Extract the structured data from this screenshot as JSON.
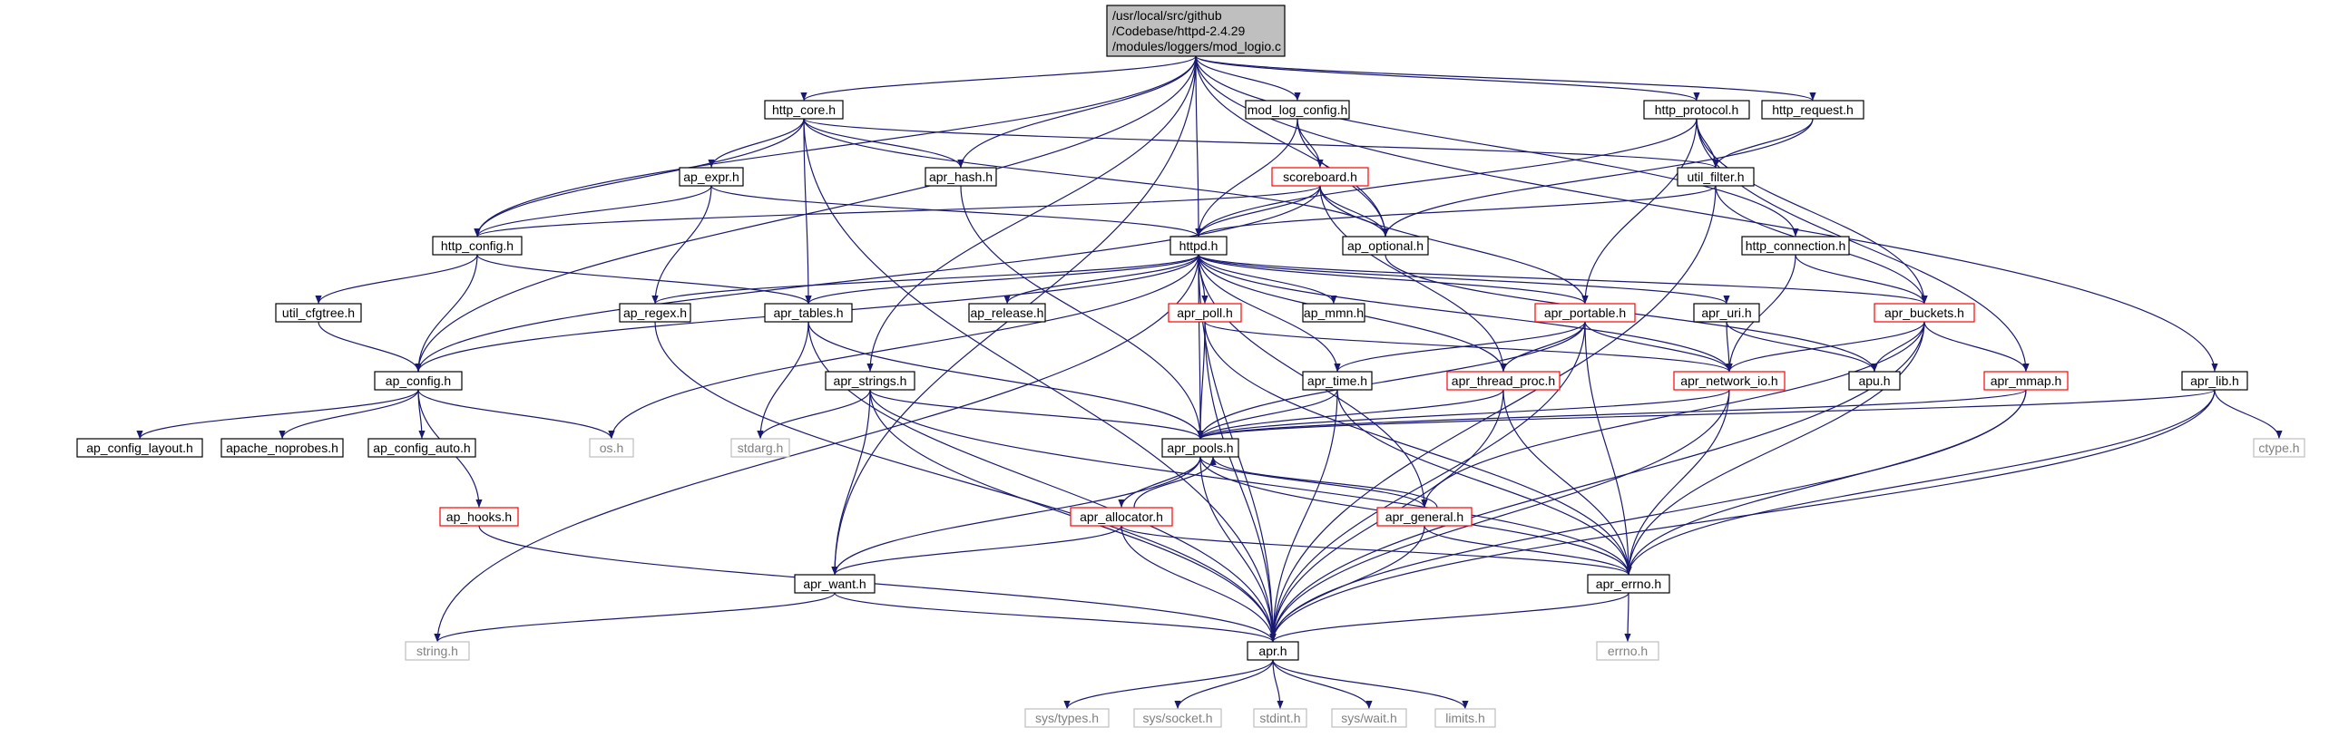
{
  "colors": {
    "edge": "#191970",
    "root_fill": "#bfbfbf",
    "root_border": "#000000",
    "normal_border": "#000000",
    "red_border": "#ff0000",
    "sys_border": "#bfbfbf",
    "sys_text": "#808080"
  },
  "nodes": [
    {
      "id": "root",
      "kind": "root",
      "lines": [
        "/usr/local/src/github",
        "/Codebase/httpd-2.4.29",
        "/modules/loggers/mod_logio.c"
      ]
    },
    {
      "id": "http_core",
      "kind": "normal",
      "lines": [
        "http_core.h"
      ]
    },
    {
      "id": "mod_log_config",
      "kind": "normal",
      "lines": [
        "mod_log_config.h"
      ]
    },
    {
      "id": "http_protocol",
      "kind": "normal",
      "lines": [
        "http_protocol.h"
      ]
    },
    {
      "id": "http_request",
      "kind": "normal",
      "lines": [
        "http_request.h"
      ]
    },
    {
      "id": "ap_expr",
      "kind": "normal",
      "lines": [
        "ap_expr.h"
      ]
    },
    {
      "id": "apr_hash",
      "kind": "normal",
      "lines": [
        "apr_hash.h"
      ]
    },
    {
      "id": "scoreboard",
      "kind": "red",
      "lines": [
        "scoreboard.h"
      ]
    },
    {
      "id": "util_filter",
      "kind": "normal",
      "lines": [
        "util_filter.h"
      ]
    },
    {
      "id": "http_config",
      "kind": "normal",
      "lines": [
        "http_config.h"
      ]
    },
    {
      "id": "httpd",
      "kind": "normal",
      "lines": [
        "httpd.h"
      ]
    },
    {
      "id": "ap_optional",
      "kind": "normal",
      "lines": [
        "ap_optional.h"
      ]
    },
    {
      "id": "http_connection",
      "kind": "normal",
      "lines": [
        "http_connection.h"
      ]
    },
    {
      "id": "util_cfgtree",
      "kind": "normal",
      "lines": [
        "util_cfgtree.h"
      ]
    },
    {
      "id": "ap_regex",
      "kind": "normal",
      "lines": [
        "ap_regex.h"
      ]
    },
    {
      "id": "apr_tables",
      "kind": "normal",
      "lines": [
        "apr_tables.h"
      ]
    },
    {
      "id": "ap_release",
      "kind": "normal",
      "lines": [
        "ap_release.h"
      ]
    },
    {
      "id": "apr_poll",
      "kind": "red",
      "lines": [
        "apr_poll.h"
      ]
    },
    {
      "id": "ap_mmn",
      "kind": "normal",
      "lines": [
        "ap_mmn.h"
      ]
    },
    {
      "id": "apr_portable",
      "kind": "red",
      "lines": [
        "apr_portable.h"
      ]
    },
    {
      "id": "apr_uri",
      "kind": "normal",
      "lines": [
        "apr_uri.h"
      ]
    },
    {
      "id": "apr_buckets",
      "kind": "red",
      "lines": [
        "apr_buckets.h"
      ]
    },
    {
      "id": "apr_lib",
      "kind": "normal",
      "lines": [
        "apr_lib.h"
      ]
    },
    {
      "id": "ap_config",
      "kind": "normal",
      "lines": [
        "ap_config.h"
      ]
    },
    {
      "id": "apr_strings",
      "kind": "normal",
      "lines": [
        "apr_strings.h"
      ]
    },
    {
      "id": "apr_time",
      "kind": "normal",
      "lines": [
        "apr_time.h"
      ]
    },
    {
      "id": "apr_thread_proc",
      "kind": "red",
      "lines": [
        "apr_thread_proc.h"
      ]
    },
    {
      "id": "apr_network_io",
      "kind": "red",
      "lines": [
        "apr_network_io.h"
      ]
    },
    {
      "id": "apu",
      "kind": "normal",
      "lines": [
        "apu.h"
      ]
    },
    {
      "id": "apr_mmap",
      "kind": "red",
      "lines": [
        "apr_mmap.h"
      ]
    },
    {
      "id": "ctype",
      "kind": "sys",
      "lines": [
        "ctype.h"
      ]
    },
    {
      "id": "os",
      "kind": "sys",
      "lines": [
        "os.h"
      ]
    },
    {
      "id": "stdarg",
      "kind": "sys",
      "lines": [
        "stdarg.h"
      ]
    },
    {
      "id": "apr_pools",
      "kind": "normal",
      "lines": [
        "apr_pools.h"
      ]
    },
    {
      "id": "ap_config_layout",
      "kind": "normal",
      "lines": [
        "ap_config_layout.h"
      ]
    },
    {
      "id": "apache_noprobes",
      "kind": "normal",
      "lines": [
        "apache_noprobes.h"
      ]
    },
    {
      "id": "ap_config_auto",
      "kind": "normal",
      "lines": [
        "ap_config_auto.h"
      ]
    },
    {
      "id": "ap_hooks",
      "kind": "red",
      "lines": [
        "ap_hooks.h"
      ]
    },
    {
      "id": "apr_allocator",
      "kind": "red",
      "lines": [
        "apr_allocator.h"
      ]
    },
    {
      "id": "apr_general",
      "kind": "red",
      "lines": [
        "apr_general.h"
      ]
    },
    {
      "id": "apr_want",
      "kind": "normal",
      "lines": [
        "apr_want.h"
      ]
    },
    {
      "id": "apr_errno",
      "kind": "normal",
      "lines": [
        "apr_errno.h"
      ]
    },
    {
      "id": "string",
      "kind": "sys",
      "lines": [
        "string.h"
      ]
    },
    {
      "id": "apr",
      "kind": "normal",
      "lines": [
        "apr.h"
      ]
    },
    {
      "id": "errno",
      "kind": "sys",
      "lines": [
        "errno.h"
      ]
    },
    {
      "id": "sys_types",
      "kind": "sys",
      "lines": [
        "sys/types.h"
      ]
    },
    {
      "id": "sys_socket",
      "kind": "sys",
      "lines": [
        "sys/socket.h"
      ]
    },
    {
      "id": "stdint",
      "kind": "sys",
      "lines": [
        "stdint.h"
      ]
    },
    {
      "id": "sys_wait",
      "kind": "sys",
      "lines": [
        "sys/wait.h"
      ]
    },
    {
      "id": "limits",
      "kind": "sys",
      "lines": [
        "limits.h"
      ]
    }
  ],
  "edges": [
    [
      "root",
      "http_core"
    ],
    [
      "root",
      "mod_log_config"
    ],
    [
      "root",
      "http_protocol"
    ],
    [
      "root",
      "http_request"
    ],
    [
      "root",
      "apr_hash"
    ],
    [
      "root",
      "httpd"
    ],
    [
      "root",
      "ap_optional"
    ],
    [
      "root",
      "http_connection"
    ],
    [
      "root",
      "http_config"
    ],
    [
      "root",
      "ap_config"
    ],
    [
      "root",
      "apr_strings"
    ],
    [
      "root",
      "apr_lib"
    ],
    [
      "root",
      "apr_want"
    ],
    [
      "http_core",
      "ap_expr"
    ],
    [
      "http_core",
      "apr_hash"
    ],
    [
      "http_core",
      "http_config"
    ],
    [
      "http_core",
      "apr_tables"
    ],
    [
      "http_core",
      "apr"
    ],
    [
      "http_core",
      "util_filter"
    ],
    [
      "http_core",
      "ap_optional"
    ],
    [
      "mod_log_config",
      "scoreboard"
    ],
    [
      "mod_log_config",
      "httpd"
    ],
    [
      "mod_log_config",
      "ap_optional"
    ],
    [
      "http_protocol",
      "util_filter"
    ],
    [
      "http_protocol",
      "httpd"
    ],
    [
      "http_protocol",
      "apr_portable"
    ],
    [
      "http_protocol",
      "apr_buckets"
    ],
    [
      "http_protocol",
      "apr_mmap"
    ],
    [
      "http_request",
      "util_filter"
    ],
    [
      "http_request",
      "ap_optional"
    ],
    [
      "ap_expr",
      "httpd"
    ],
    [
      "ap_expr",
      "http_config"
    ],
    [
      "ap_expr",
      "ap_regex"
    ],
    [
      "apr_hash",
      "apr_pools"
    ],
    [
      "scoreboard",
      "httpd"
    ],
    [
      "scoreboard",
      "http_config"
    ],
    [
      "scoreboard",
      "ap_config"
    ],
    [
      "scoreboard",
      "apr_thread_proc"
    ],
    [
      "scoreboard",
      "apr_portable"
    ],
    [
      "scoreboard",
      "ap_optional"
    ],
    [
      "util_filter",
      "httpd"
    ],
    [
      "util_filter",
      "apr_buckets"
    ],
    [
      "util_filter",
      "apr"
    ],
    [
      "http_config",
      "util_cfgtree"
    ],
    [
      "http_config",
      "ap_config"
    ],
    [
      "http_config",
      "apr_tables"
    ],
    [
      "httpd",
      "ap_config"
    ],
    [
      "httpd",
      "ap_regex"
    ],
    [
      "httpd",
      "apr_tables"
    ],
    [
      "httpd",
      "ap_release"
    ],
    [
      "httpd",
      "apr_poll"
    ],
    [
      "httpd",
      "ap_mmn"
    ],
    [
      "httpd",
      "apr_portable"
    ],
    [
      "httpd",
      "apr_uri"
    ],
    [
      "httpd",
      "apr_buckets"
    ],
    [
      "httpd",
      "os"
    ],
    [
      "httpd",
      "string"
    ],
    [
      "httpd",
      "apr_pools"
    ],
    [
      "httpd",
      "apr_time"
    ],
    [
      "httpd",
      "apr_thread_proc"
    ],
    [
      "httpd",
      "apr_network_io"
    ],
    [
      "httpd",
      "apr_general"
    ],
    [
      "httpd",
      "apr"
    ],
    [
      "ap_optional",
      "apu"
    ],
    [
      "http_connection",
      "apr_buckets"
    ],
    [
      "http_connection",
      "apr_network_io"
    ],
    [
      "util_cfgtree",
      "ap_config"
    ],
    [
      "ap_regex",
      "apr"
    ],
    [
      "apr_tables",
      "apr_pools"
    ],
    [
      "apr_tables",
      "stdarg"
    ],
    [
      "apr_tables",
      "apr"
    ],
    [
      "apr_poll",
      "apr_pools"
    ],
    [
      "apr_poll",
      "apr_network_io"
    ],
    [
      "apr_poll",
      "apr_errno"
    ],
    [
      "apr_poll",
      "apr"
    ],
    [
      "apr_portable",
      "apr_pools"
    ],
    [
      "apr_portable",
      "apr_time"
    ],
    [
      "apr_portable",
      "apr_thread_proc"
    ],
    [
      "apr_portable",
      "apr_network_io"
    ],
    [
      "apr_portable",
      "apr_errno"
    ],
    [
      "apr_portable",
      "apr"
    ],
    [
      "apr_uri",
      "apr_network_io"
    ],
    [
      "apr_uri",
      "apu"
    ],
    [
      "apr_buckets",
      "apr_network_io"
    ],
    [
      "apr_buckets",
      "apr_mmap"
    ],
    [
      "apr_buckets",
      "apu"
    ],
    [
      "apr_buckets",
      "apr_general"
    ],
    [
      "apr_buckets",
      "apr_errno"
    ],
    [
      "apr_buckets",
      "apr"
    ],
    [
      "apr_lib",
      "apr_pools"
    ],
    [
      "apr_lib",
      "ctype"
    ],
    [
      "apr_lib",
      "apr_errno"
    ],
    [
      "apr_lib",
      "apr"
    ],
    [
      "ap_config",
      "ap_config_layout"
    ],
    [
      "ap_config",
      "apache_noprobes"
    ],
    [
      "ap_config",
      "ap_config_auto"
    ],
    [
      "ap_config",
      "ap_hooks"
    ],
    [
      "ap_config",
      "os"
    ],
    [
      "apr_strings",
      "apr_pools"
    ],
    [
      "apr_strings",
      "stdarg"
    ],
    [
      "apr_strings",
      "apr_want"
    ],
    [
      "apr_strings",
      "apr_errno"
    ],
    [
      "apr_strings",
      "apr"
    ],
    [
      "apr_time",
      "apr_pools"
    ],
    [
      "apr_time",
      "apr_errno"
    ],
    [
      "apr_time",
      "apr"
    ],
    [
      "apr_thread_proc",
      "apr_pools"
    ],
    [
      "apr_thread_proc",
      "apr_errno"
    ],
    [
      "apr_thread_proc",
      "apr"
    ],
    [
      "apr_network_io",
      "apr_pools"
    ],
    [
      "apr_network_io",
      "apr_errno"
    ],
    [
      "apr_network_io",
      "apr"
    ],
    [
      "apr_mmap",
      "apr_pools"
    ],
    [
      "apr_mmap",
      "apr_errno"
    ],
    [
      "apr_mmap",
      "apr"
    ],
    [
      "apr_pools",
      "apr_allocator"
    ],
    [
      "apr_pools",
      "apr_general"
    ],
    [
      "apr_pools",
      "apr_want"
    ],
    [
      "apr_pools",
      "apr_errno"
    ],
    [
      "apr_pools",
      "apr"
    ],
    [
      "apr_allocator",
      "apr_pools"
    ],
    [
      "apr_allocator",
      "apr_want"
    ],
    [
      "apr_allocator",
      "apr_errno"
    ],
    [
      "apr_allocator",
      "apr"
    ],
    [
      "apr_general",
      "apr_pools"
    ],
    [
      "apr_general",
      "apr_errno"
    ],
    [
      "apr_general",
      "apr"
    ],
    [
      "ap_hooks",
      "apr"
    ],
    [
      "apr_want",
      "string"
    ],
    [
      "apr_want",
      "apr"
    ],
    [
      "apr_errno",
      "errno"
    ],
    [
      "apr_errno",
      "apr"
    ],
    [
      "apr",
      "sys_types"
    ],
    [
      "apr",
      "sys_socket"
    ],
    [
      "apr",
      "stdint"
    ],
    [
      "apr",
      "sys_wait"
    ],
    [
      "apr",
      "limits"
    ]
  ]
}
